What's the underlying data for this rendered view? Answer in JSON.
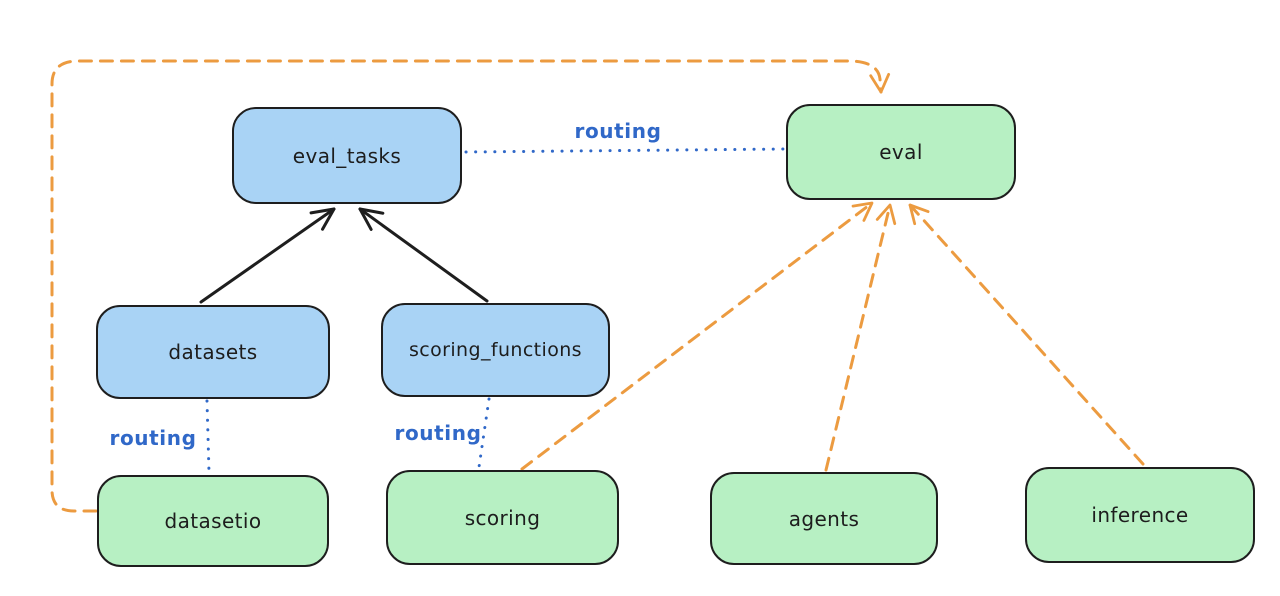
{
  "colors": {
    "background": "#ffffff",
    "node_stroke": "#1e1e1e",
    "api_node_fill": "#a9d3f5",
    "provider_node_fill": "#b7f0c3",
    "routing_label_text": "#3068c8",
    "routing_line": "#3068c8",
    "dependency_arrow": "#1e1e1e",
    "provider_arrow": "#ec9b40"
  },
  "nodes": {
    "eval_tasks": {
      "label": "eval_tasks",
      "kind": "blue"
    },
    "eval": {
      "label": "eval",
      "kind": "green"
    },
    "datasets": {
      "label": "datasets",
      "kind": "blue"
    },
    "scoring_functions": {
      "label": "scoring_functions",
      "kind": "blue"
    },
    "datasetio": {
      "label": "datasetio",
      "kind": "green"
    },
    "scoring": {
      "label": "scoring",
      "kind": "green"
    },
    "agents": {
      "label": "agents",
      "kind": "green"
    },
    "inference": {
      "label": "inference",
      "kind": "green"
    }
  },
  "edge_labels": {
    "eval_tasks_eval": {
      "label": "routing"
    },
    "datasets_datasetio": {
      "label": "routing"
    },
    "scoring_functions_scoring": {
      "label": "routing"
    }
  },
  "edges": [
    {
      "from": "datasets",
      "to": "eval_tasks",
      "style": "solid",
      "arrow": true,
      "color": "black"
    },
    {
      "from": "scoring_functions",
      "to": "eval_tasks",
      "style": "solid",
      "arrow": true,
      "color": "black"
    },
    {
      "from": "eval_tasks",
      "to": "eval",
      "style": "dotted",
      "arrow": false,
      "color": "blue",
      "label": "routing"
    },
    {
      "from": "datasets",
      "to": "datasetio",
      "style": "dotted",
      "arrow": false,
      "color": "blue",
      "label": "routing"
    },
    {
      "from": "scoring_functions",
      "to": "scoring",
      "style": "dotted",
      "arrow": false,
      "color": "blue",
      "label": "routing"
    },
    {
      "from": "datasetio",
      "to": "eval",
      "style": "dashed",
      "arrow": true,
      "color": "orange",
      "route": "around-left-and-top"
    },
    {
      "from": "scoring",
      "to": "eval",
      "style": "dashed",
      "arrow": true,
      "color": "orange"
    },
    {
      "from": "agents",
      "to": "eval",
      "style": "dashed",
      "arrow": true,
      "color": "orange"
    },
    {
      "from": "inference",
      "to": "eval",
      "style": "dashed",
      "arrow": true,
      "color": "orange"
    }
  ]
}
